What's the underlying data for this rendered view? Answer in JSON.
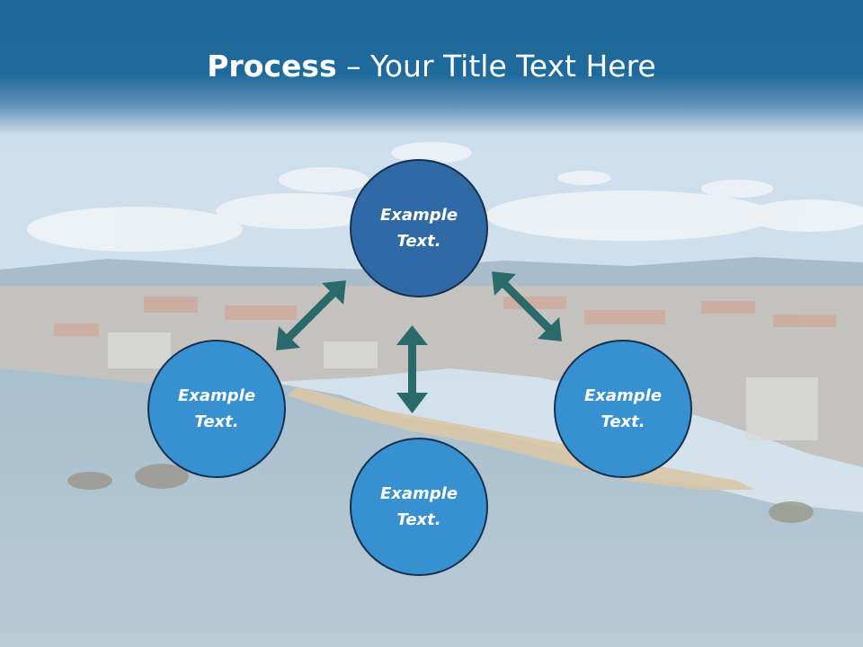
{
  "title": {
    "bold": "Process",
    "rest": " – Your Title Text Here"
  },
  "nodes": {
    "top": "Example\nText.",
    "left": "Example\nText.",
    "right": "Example\nText.",
    "bottom": "Example\nText."
  },
  "colors": {
    "header": "#1f6a9c",
    "circle": "#3790cf",
    "circle_top": "#2f6aa6",
    "circle_border": "#16304f",
    "arrow": "#2a6a6a"
  }
}
